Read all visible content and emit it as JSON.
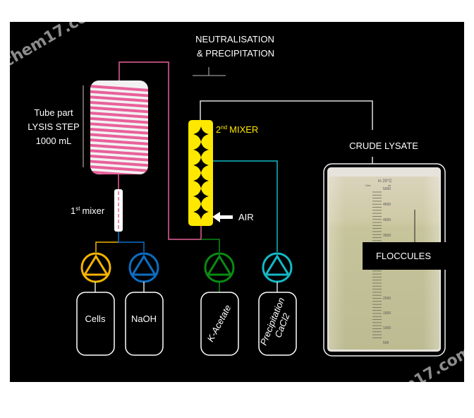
{
  "title": {
    "line1": "NEUTRALISATION",
    "line2": "& PRECIPITATION"
  },
  "tube": {
    "line1": "Tube part",
    "line2": "LYSIS STEP",
    "line3": "1000 mL"
  },
  "mixer1": {
    "num": "1",
    "sup": "st",
    "label": "mixer"
  },
  "mixer2": {
    "num": "2",
    "sup": "nd",
    "label": "MIXER"
  },
  "air_label": "AIR",
  "crude_lysate_label": "CRUDE LYSATE",
  "floccules_label": "FLOCCULES",
  "bottles": {
    "cells": "Cells",
    "naoh": "NaOH",
    "kacetate": "K-Acetate",
    "precip_line1": "Precipitation",
    "precip_line2": "CaCl2"
  },
  "beaker_scale": {
    "header": "in 20°C",
    "unit_left": "Liter",
    "unit_right": "ml",
    "marks": [
      "5000",
      "4500",
      "4000",
      "3500",
      "2000",
      "1500",
      "1000",
      "500"
    ]
  },
  "watermark": "chem17.com",
  "colors": {
    "pink": "#e8609a",
    "yellow": "#ffe800",
    "orange": "#f5b400",
    "blue": "#0a6fc4",
    "green": "#0b8a12",
    "cyan": "#13b9c6"
  }
}
